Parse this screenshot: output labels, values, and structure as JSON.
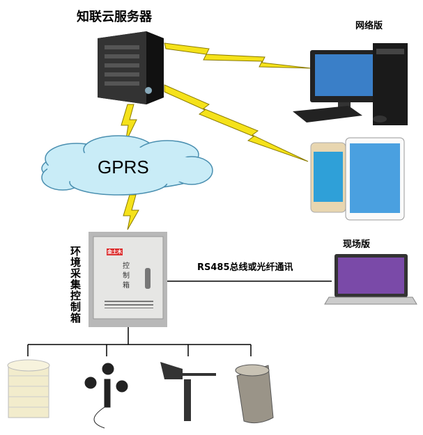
{
  "server_title": "知联云服务器",
  "network_label": "网络版",
  "cloud_label": "GPRS",
  "onsite_label": "现场版",
  "link_label": "RS485总线或光纤通讯",
  "box_side_label": "环境采集控制箱",
  "box_door_text": "控制箱",
  "box_brand": "金土木",
  "colors": {
    "bolt": "#f5e21a",
    "bolt_stroke": "#8a7a00",
    "cloud": "#c9ecf7",
    "cloud_stroke": "#4a8fb0"
  }
}
